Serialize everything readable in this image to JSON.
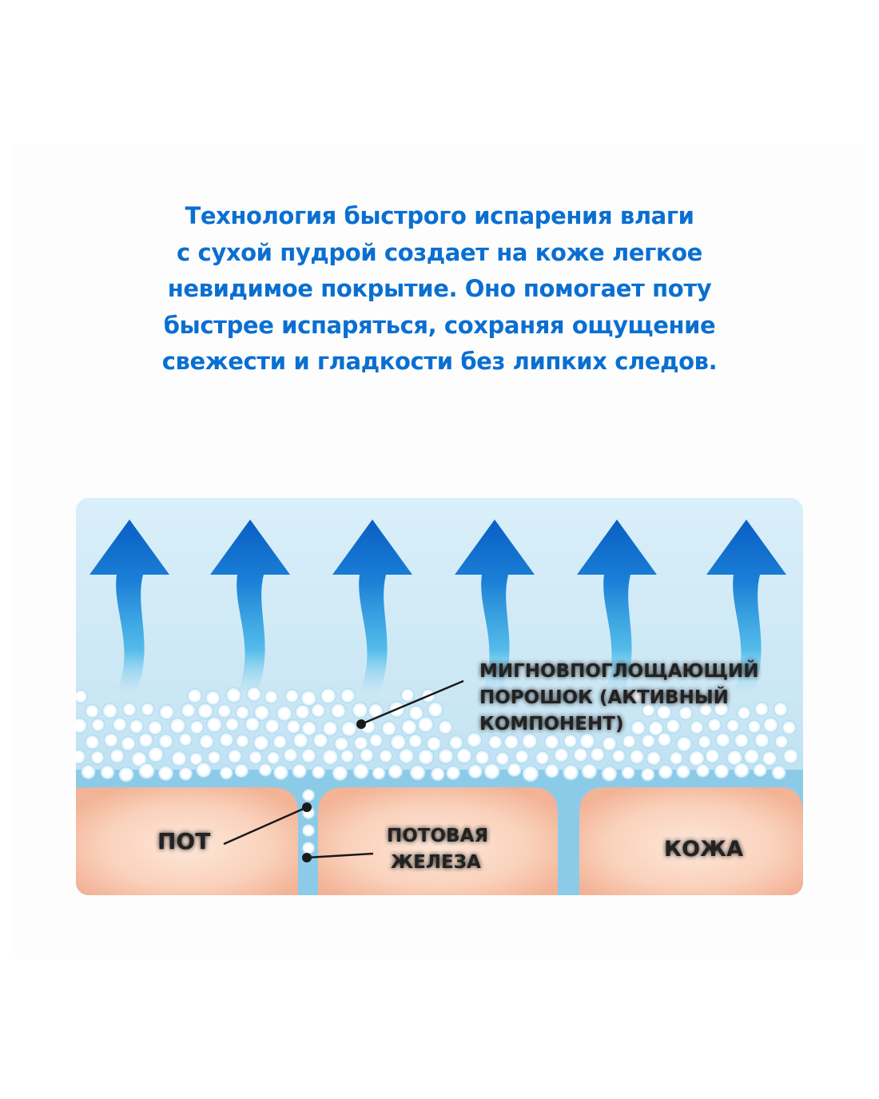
{
  "intro": {
    "lines": [
      "Технология быстрого испарения влаги",
      "с сухой пудрой создает на коже легкое",
      "невидимое покрытие. Оно помогает поту",
      "быстрее испаряться, сохраняя ощущение",
      "свежести и гладкости без липких следов."
    ]
  },
  "diagram": {
    "powder_label": [
      "МИГНОВПОГЛОЩАЮЩИЙ",
      "ПОРОШОК (АКТИВНЫЙ",
      "КОМПОНЕНТ)"
    ],
    "sweat_label": "ПОТ",
    "gland_label": [
      "ПОТОВАЯ",
      "ЖЕЛЕЗА"
    ],
    "skin_label": "КОЖА",
    "colors": {
      "text_blue": "#0a6fd1",
      "background": "#cfe9f6",
      "arrow_dark": "#0a5fc4",
      "arrow_light": "#3fb4e8",
      "skin_center": "#fde3d3",
      "skin_edge": "#f3b597",
      "channel": "#8ccbe8"
    }
  }
}
